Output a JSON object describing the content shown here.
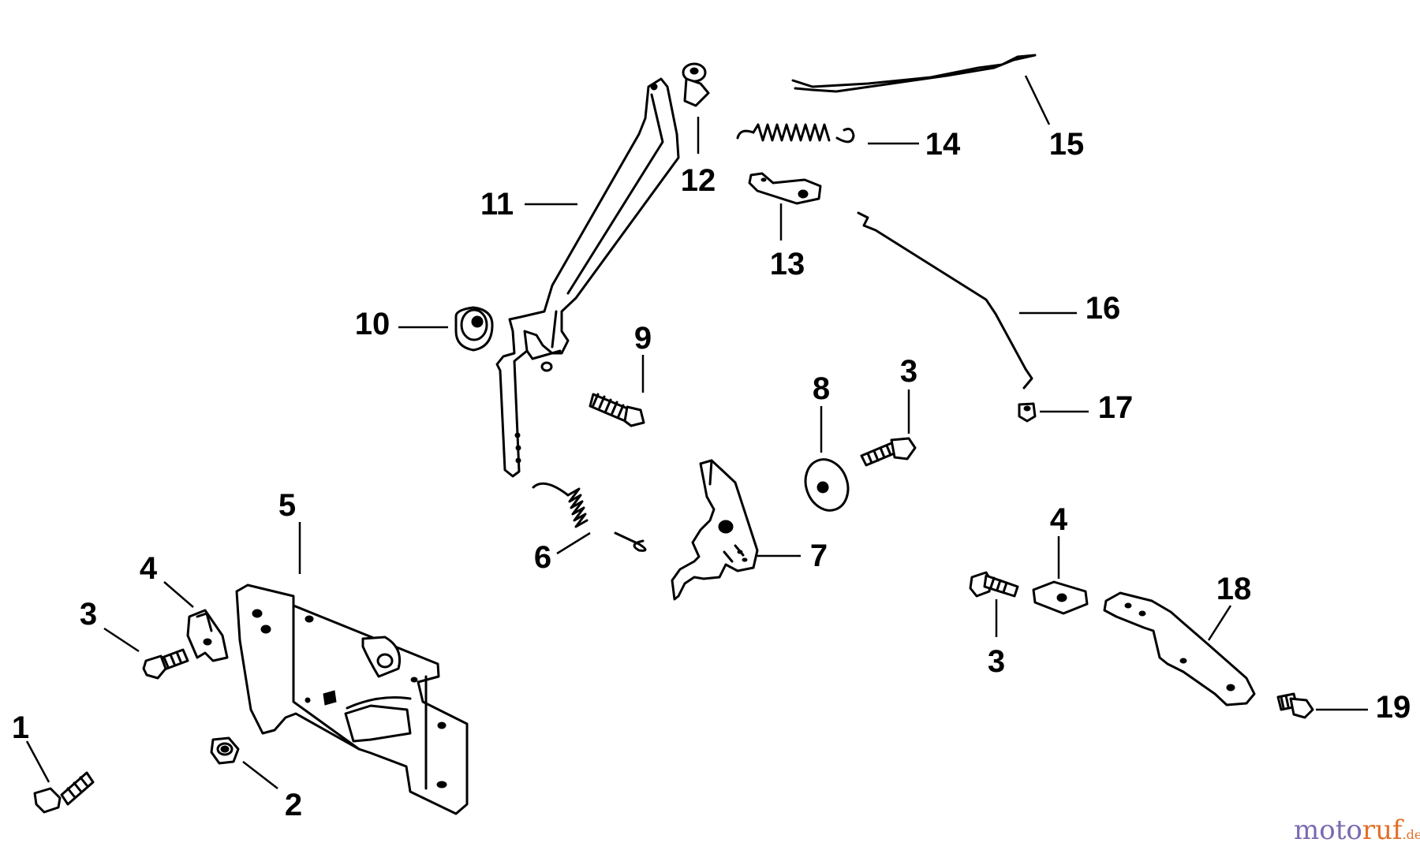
{
  "diagram": {
    "callouts": [
      {
        "id": "c1",
        "label": "1"
      },
      {
        "id": "c2",
        "label": "2"
      },
      {
        "id": "c3a",
        "label": "3"
      },
      {
        "id": "c3b",
        "label": "3"
      },
      {
        "id": "c3c",
        "label": "3"
      },
      {
        "id": "c4a",
        "label": "4"
      },
      {
        "id": "c4b",
        "label": "4"
      },
      {
        "id": "c5",
        "label": "5"
      },
      {
        "id": "c6",
        "label": "6"
      },
      {
        "id": "c7",
        "label": "7"
      },
      {
        "id": "c8",
        "label": "8"
      },
      {
        "id": "c9",
        "label": "9"
      },
      {
        "id": "c10",
        "label": "10"
      },
      {
        "id": "c11",
        "label": "11"
      },
      {
        "id": "c12",
        "label": "12"
      },
      {
        "id": "c13",
        "label": "13"
      },
      {
        "id": "c14",
        "label": "14"
      },
      {
        "id": "c15",
        "label": "15"
      },
      {
        "id": "c16",
        "label": "16"
      },
      {
        "id": "c17",
        "label": "17"
      },
      {
        "id": "c18",
        "label": "18"
      },
      {
        "id": "c19",
        "label": "19"
      }
    ]
  },
  "watermark": {
    "part1": "moto",
    "part2": "ruf",
    "suffix": ".de"
  }
}
